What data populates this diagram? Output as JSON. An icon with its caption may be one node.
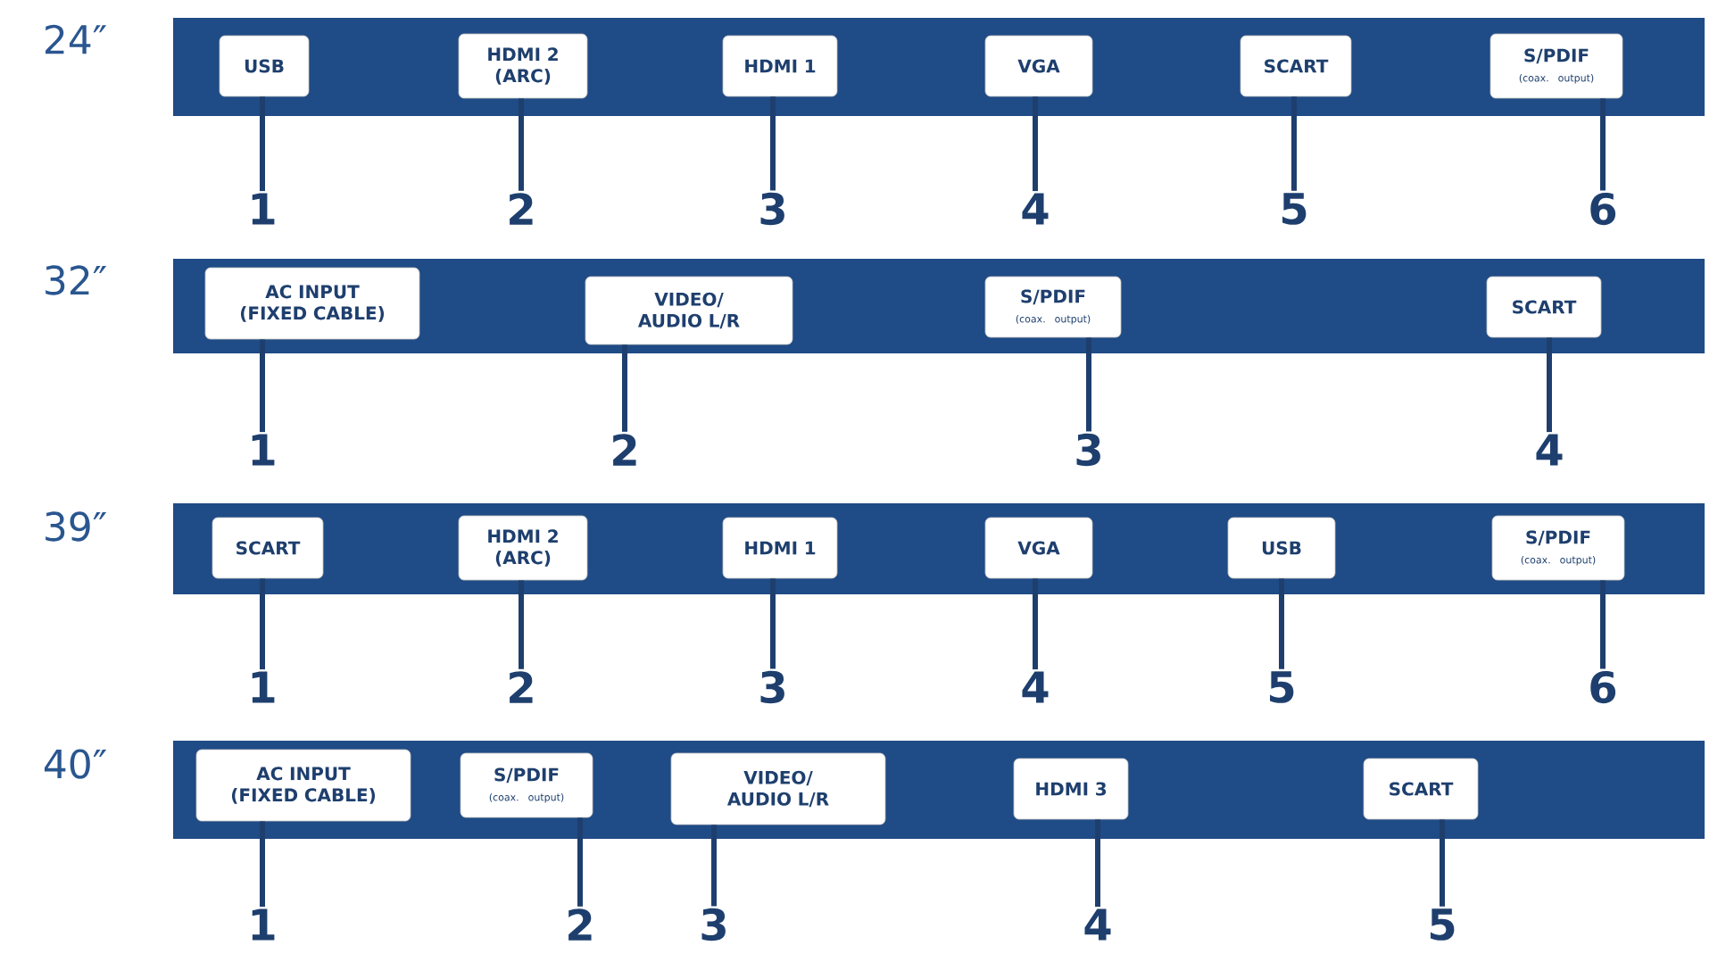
{
  "diagram": {
    "nodes": [
      {
        "text": [
          "24″"
        ]
      },
      {
        "text": [
          "USB"
        ],
        "in": 0
      },
      {
        "text": [
          "HDMI 2 (ARC)"
        ],
        "in": 0
      },
      {
        "text": [
          "HDMI 1"
        ],
        "in": 0
      },
      {
        "text": [
          "VGA"
        ],
        "in": 0
      },
      {
        "text": [
          "SCART"
        ],
        "in": 0
      },
      {
        "text": [
          "S/PDIF",
          "(coax. output)"
        ],
        "in": 0
      },
      {
        "text": [
          "1"
        ]
      },
      {
        "text": [
          "2"
        ]
      },
      {
        "text": [
          "3"
        ]
      },
      {
        "text": [
          "4"
        ]
      },
      {
        "text": [
          "5"
        ]
      },
      {
        "text": [
          "6"
        ]
      },
      {
        "text": [
          "32″"
        ]
      },
      {
        "text": [
          "AC INPUT (FIXED CABLE)"
        ],
        "in": 13
      },
      {
        "text": [
          "VIDEO/ AUDIO L/R"
        ],
        "in": 13
      },
      {
        "text": [
          "S/PDIF",
          "(coax. output)"
        ],
        "in": 13
      },
      {
        "text": [
          "SCART"
        ],
        "in": 13
      },
      {
        "text": [
          "1"
        ]
      },
      {
        "text": [
          "2"
        ]
      },
      {
        "text": [
          "3"
        ]
      },
      {
        "text": [
          "4"
        ]
      },
      {
        "text": [
          "39″"
        ]
      },
      {
        "text": [
          "SCART"
        ],
        "in": 22
      },
      {
        "text": [
          "HDMI 2 (ARC)"
        ],
        "in": 22
      },
      {
        "text": [
          "HDMI 1"
        ],
        "in": 22
      },
      {
        "text": [
          "VGA"
        ],
        "in": 22
      },
      {
        "text": [
          "USB"
        ],
        "in": 22
      },
      {
        "text": [
          "S/PDIF",
          "(coax. output)"
        ],
        "in": 22
      },
      {
        "text": [
          "1"
        ]
      },
      {
        "text": [
          "2"
        ]
      },
      {
        "text": [
          "3"
        ]
      },
      {
        "text": [
          "4"
        ]
      },
      {
        "text": [
          "5"
        ]
      },
      {
        "text": [
          "6"
        ]
      },
      {
        "text": [
          "40″"
        ]
      },
      {
        "text": [
          "AC INPUT (FIXED CABLE)"
        ],
        "in": 35
      },
      {
        "text": [
          "S/PDIF",
          "(coax. output)"
        ],
        "in": 35
      },
      {
        "text": [
          "VIDEO/ AUDIO L/R"
        ],
        "in": 35
      },
      {
        "text": [
          "HDMI 3"
        ],
        "in": 35
      },
      {
        "text": [
          "SCART"
        ],
        "in": 35
      },
      {
        "text": [
          "1"
        ]
      },
      {
        "text": [
          "2"
        ]
      },
      {
        "text": [
          "3"
        ]
      },
      {
        "text": [
          "4"
        ]
      },
      {
        "text": [
          "5"
        ]
      }
    ],
    "edges": [
      {
        "from": 1,
        "to": 7,
        "arrow": "none"
      },
      {
        "from": 2,
        "to": 8,
        "arrow": "none"
      },
      {
        "from": 3,
        "to": 9,
        "arrow": "none"
      },
      {
        "from": 4,
        "to": 10,
        "arrow": "none"
      },
      {
        "from": 5,
        "to": 11,
        "arrow": "none"
      },
      {
        "from": 6,
        "to": 12,
        "arrow": "none"
      },
      {
        "from": 14,
        "to": 18,
        "arrow": "none"
      },
      {
        "from": 15,
        "to": 19,
        "arrow": "none"
      },
      {
        "from": 16,
        "to": 20,
        "arrow": "none"
      },
      {
        "from": 17,
        "to": 21,
        "arrow": "none"
      },
      {
        "from": 23,
        "to": 29,
        "arrow": "none"
      },
      {
        "from": 24,
        "to": 30,
        "arrow": "none"
      },
      {
        "from": 25,
        "to": 31,
        "arrow": "none"
      },
      {
        "from": 26,
        "to": 32,
        "arrow": "none"
      },
      {
        "from": 27,
        "to": 33,
        "arrow": "none"
      },
      {
        "from": 28,
        "to": 34,
        "arrow": "none"
      },
      {
        "from": 36,
        "to": 41,
        "arrow": "none"
      },
      {
        "from": 37,
        "to": 42,
        "arrow": "none"
      },
      {
        "from": 38,
        "to": 43,
        "arrow": "none"
      },
      {
        "from": 39,
        "to": 44,
        "arrow": "none"
      },
      {
        "from": 40,
        "to": 45,
        "arrow": "none"
      }
    ]
  }
}
